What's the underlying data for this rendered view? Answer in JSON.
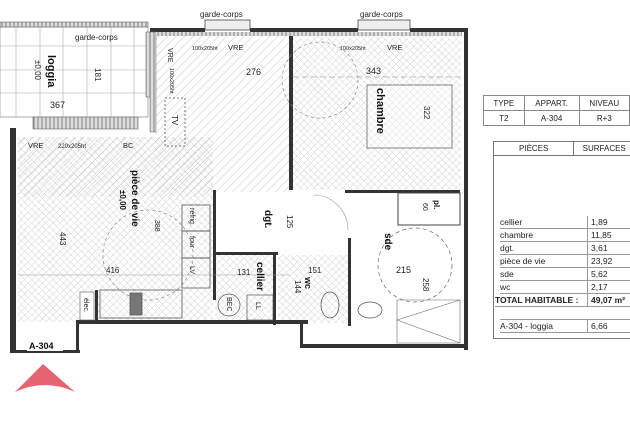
{
  "plan": {
    "unit_label": "A-304",
    "loggia": {
      "name": "loggia",
      "level": "±0,00",
      "width": "367",
      "depth": "181",
      "railing": "garde-corps"
    },
    "railings": [
      "garde-corps",
      "garde-corps",
      "garde-corps"
    ],
    "openings": {
      "living_window": {
        "type": "VRE",
        "size": "220x205ht",
        "extra": "BC"
      },
      "living_side_window": {
        "type": "VRE",
        "size": "100x205ht"
      },
      "top_window_1": {
        "size": "100x205ht",
        "type": "VRE"
      },
      "top_window_2": {
        "size": "100x205ht",
        "type": "VRE"
      }
    },
    "rooms": {
      "living": {
        "name": "pièce de vie",
        "level": "±0,00",
        "dim_a": "276",
        "dim_b": "388",
        "dim_c": "443",
        "dim_d": "416",
        "tv": "TV",
        "fridge": "réfrig.",
        "oven": "four",
        "dishwasher": "LV",
        "elec": "élec."
      },
      "dgt": {
        "name": "dgt.",
        "dim": "125"
      },
      "cellier": {
        "name": "cellier",
        "dim": "131",
        "boiler": "BEC",
        "washer": "LL"
      },
      "wc": {
        "name": "wc",
        "dim_a": "151",
        "dim_b": "144"
      },
      "chambre": {
        "name": "chambre",
        "dim_a": "343",
        "dim_b": "322"
      },
      "placard": {
        "name": "pl.",
        "dim": "60"
      },
      "sde": {
        "name": "sde",
        "dim_a": "215",
        "dim_b": "258"
      }
    },
    "north_marker_color": "#e46472"
  },
  "info_table": {
    "headers": [
      "TYPE",
      "APPART.",
      "NIVEAU"
    ],
    "values": [
      "T2",
      "A-304",
      "R+3"
    ]
  },
  "surfaces": {
    "headers": [
      "PIÈCES",
      "SURFACES"
    ],
    "rows": [
      {
        "name": "cellier",
        "value": "1,89"
      },
      {
        "name": "chambre",
        "value": "11,85"
      },
      {
        "name": "dgt.",
        "value": "3,61"
      },
      {
        "name": "pièce de vie",
        "value": "23,92"
      },
      {
        "name": "sde",
        "value": "5,62"
      },
      {
        "name": "wc",
        "value": "2,17"
      }
    ],
    "total_label": "TOTAL HABITABLE :",
    "total_value": "49,07 m²",
    "annex": {
      "name": "A-304 - loggia",
      "value": "6,66"
    }
  }
}
